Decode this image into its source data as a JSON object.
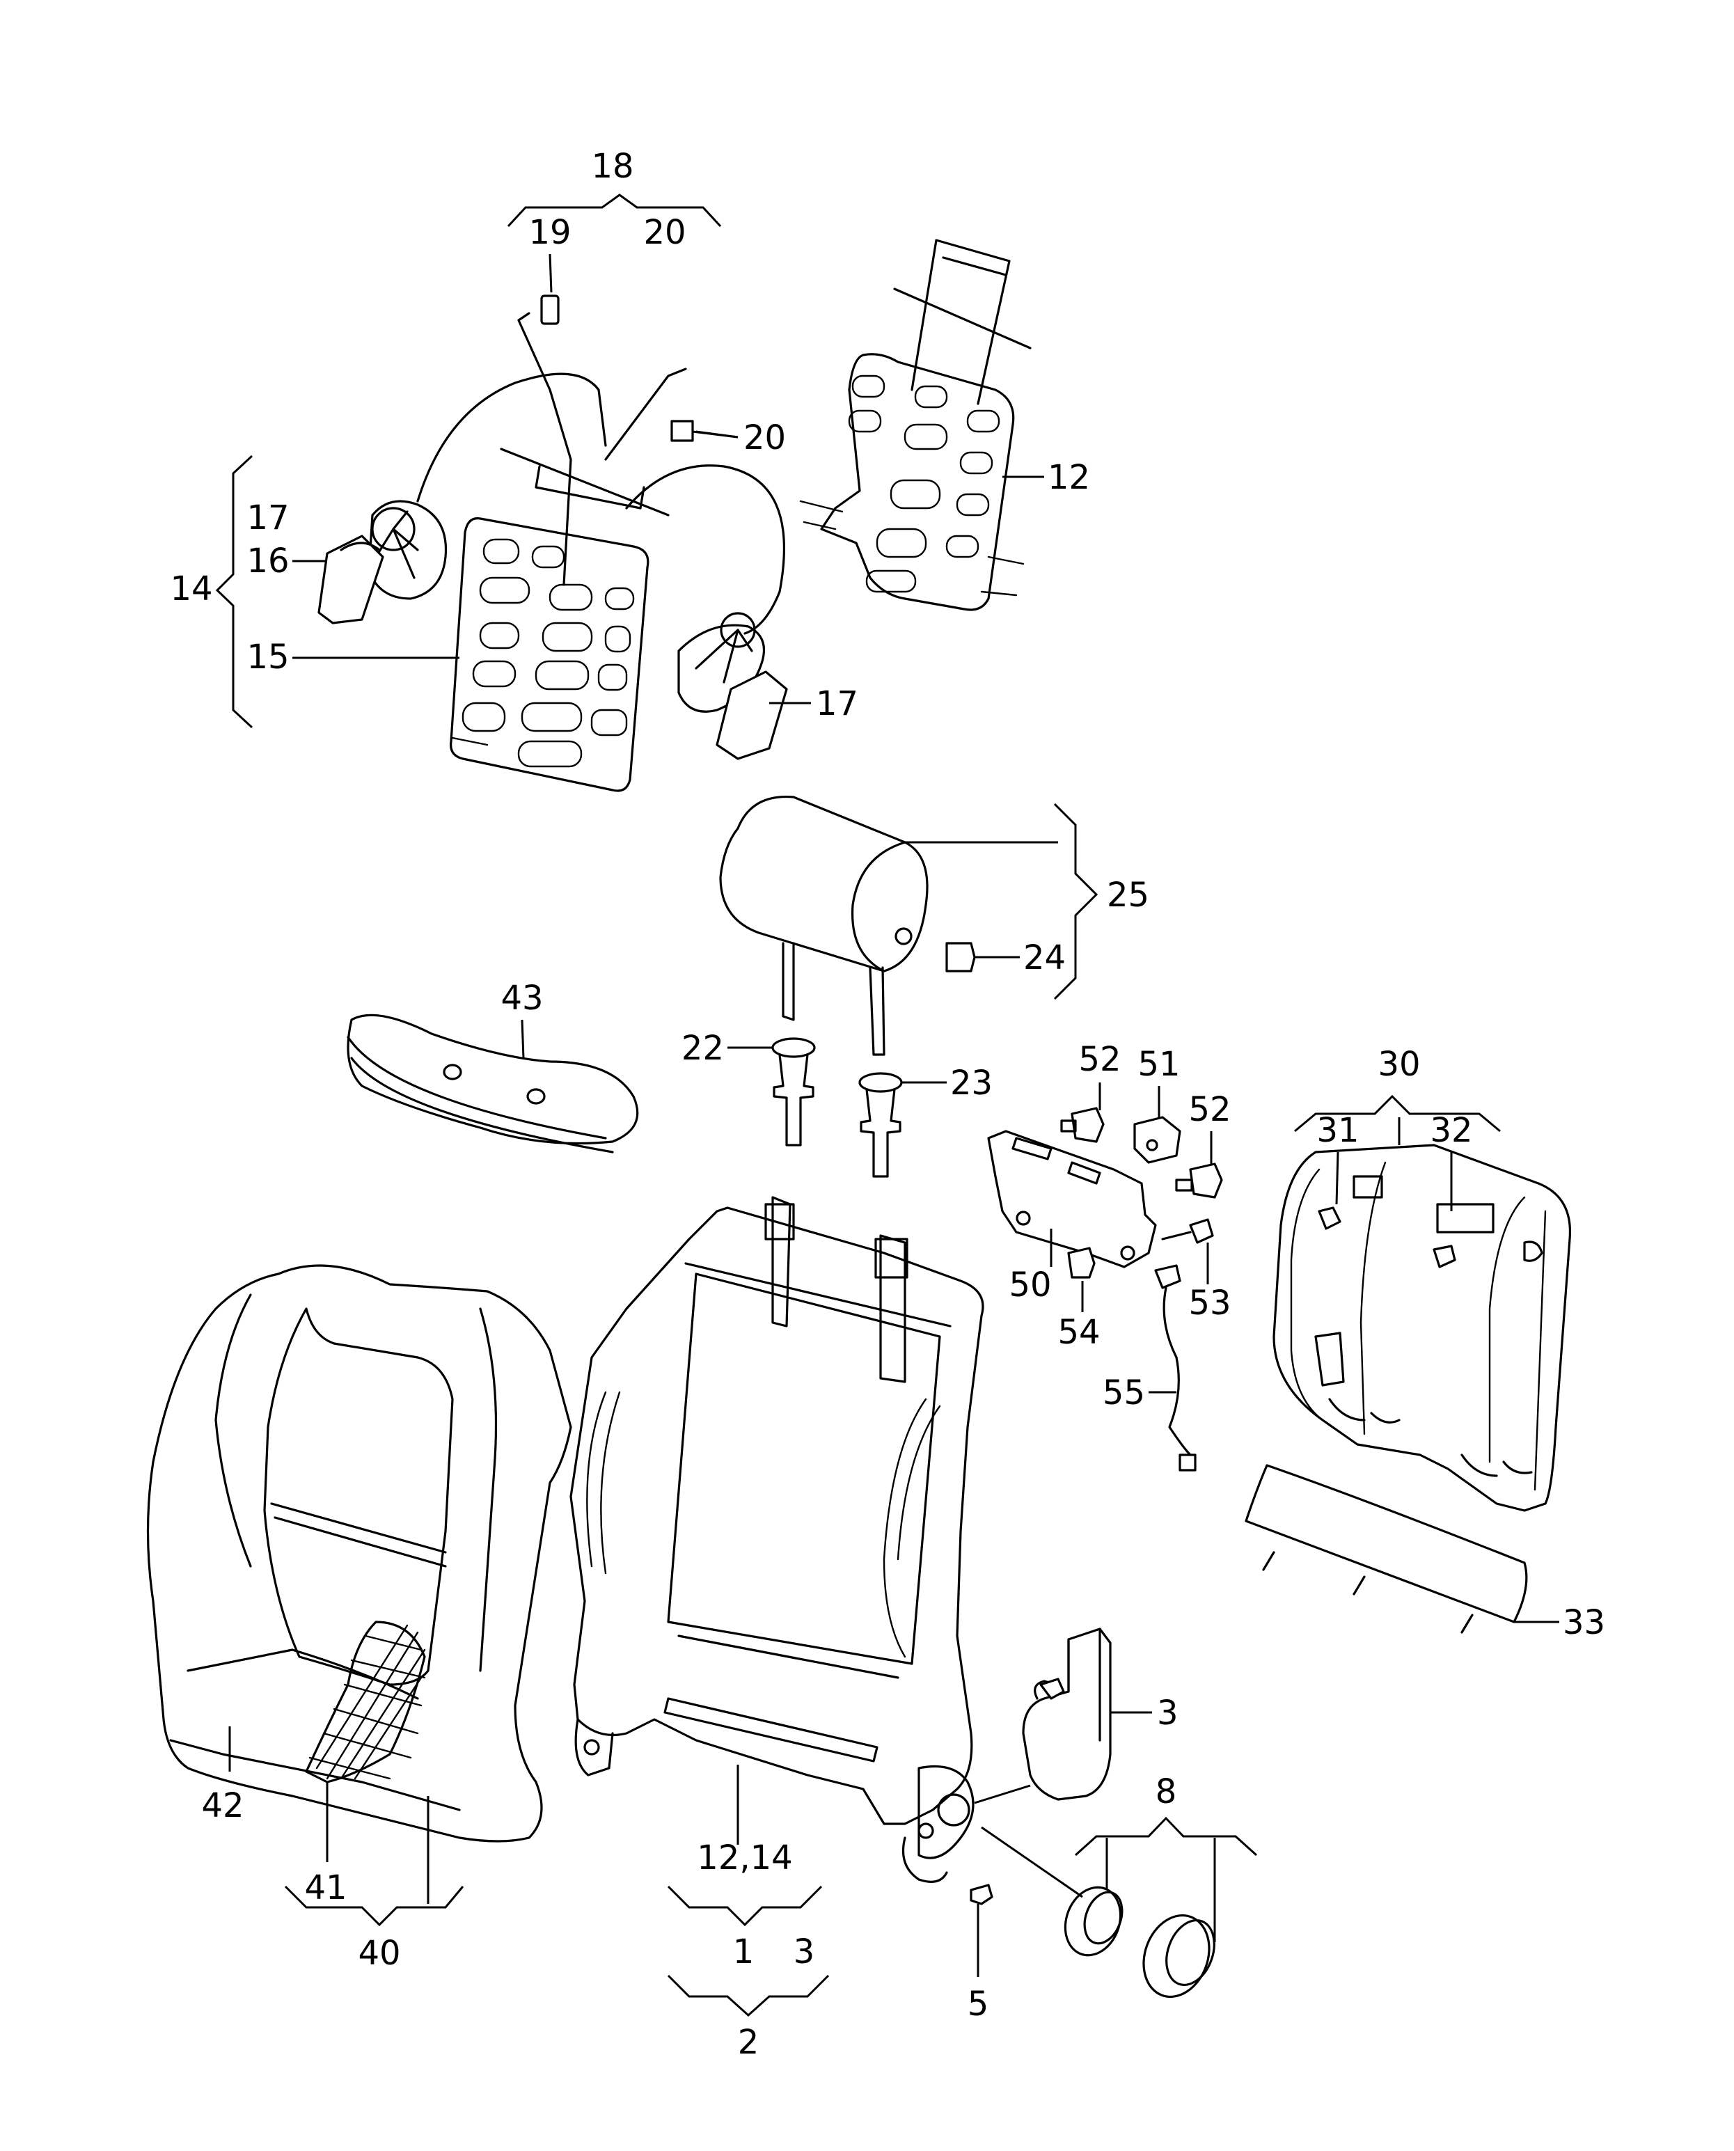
{
  "callouts": {
    "c18": "18",
    "c19": "19",
    "c20a": "20",
    "c20b": "20",
    "c17a": "17",
    "c16": "16",
    "c14": "14",
    "c15": "15",
    "c17b": "17",
    "c12": "12",
    "c25": "25",
    "c24": "24",
    "c43": "43",
    "c22": "22",
    "c23": "23",
    "c52a": "52",
    "c51": "51",
    "c52b": "52",
    "c50": "50",
    "c53": "53",
    "c54": "54",
    "c55": "55",
    "c30": "30",
    "c31": "31",
    "c32": "32",
    "c33": "33",
    "c3": "3",
    "c8": "8",
    "c42": "42",
    "c41": "41",
    "c40": "40",
    "c1214": "12,14",
    "c1": "1",
    "c3b": "3",
    "c2": "2",
    "c5": "5"
  },
  "parts": [
    "seat-back-upholstery-cover",
    "seat-back-frame",
    "lumbar-support-assembly",
    "head-restraint",
    "head-restraint-guide",
    "backrest-panel",
    "bracket-with-fittings",
    "adjustment-handwheel"
  ]
}
